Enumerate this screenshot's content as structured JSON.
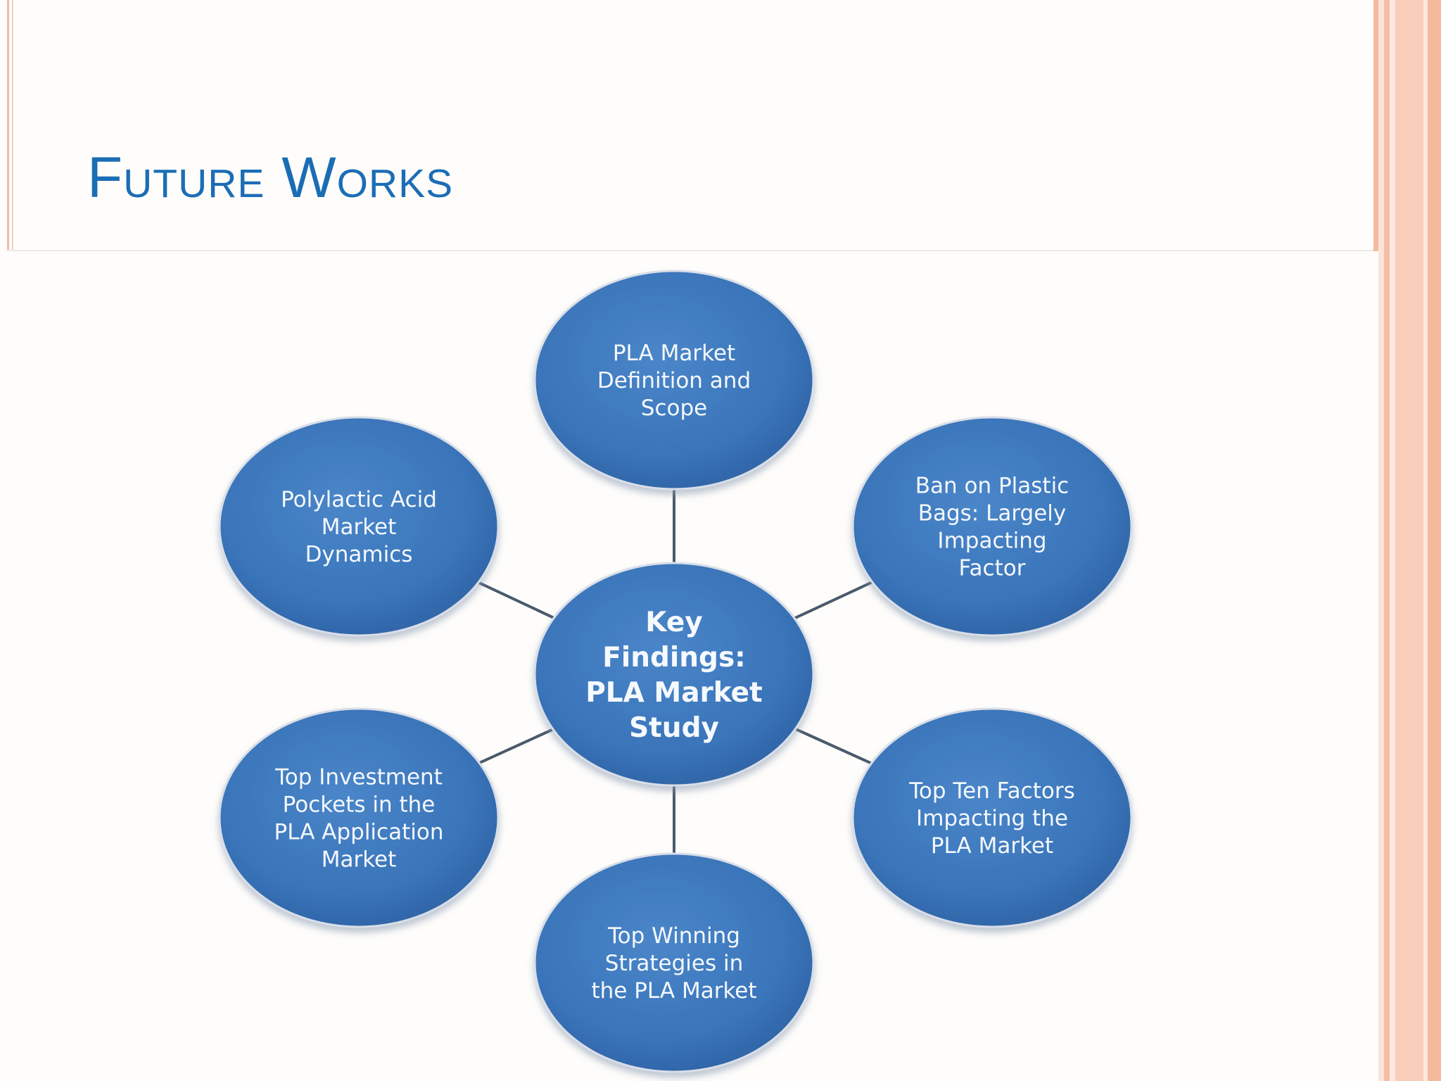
{
  "slide": {
    "title": "Future Works"
  },
  "diagram": {
    "center": {
      "lines": [
        "Key",
        "Findings:",
        "PLA Market",
        "Study"
      ]
    },
    "nodes": [
      {
        "id": "top",
        "lines": [
          "PLA Market",
          "Definition and",
          "Scope"
        ]
      },
      {
        "id": "upper-right",
        "lines": [
          "Ban on Plastic",
          "Bags: Largely",
          "Impacting",
          "Factor"
        ]
      },
      {
        "id": "lower-right",
        "lines": [
          "Top Ten Factors",
          "Impacting the",
          "PLA Market"
        ]
      },
      {
        "id": "bottom",
        "lines": [
          "Top Winning",
          "Strategies in",
          "the PLA Market"
        ]
      },
      {
        "id": "lower-left",
        "lines": [
          "Top Investment",
          "Pockets in the",
          "PLA Application",
          "Market"
        ]
      },
      {
        "id": "upper-left",
        "lines": [
          "Polylactic Acid",
          "Market",
          "Dynamics"
        ]
      }
    ],
    "colors": {
      "node_fill": "#3a74b9",
      "node_edge": "#2a5f9e",
      "connector": "#4a5a6c",
      "title": "#1b6db5"
    }
  }
}
